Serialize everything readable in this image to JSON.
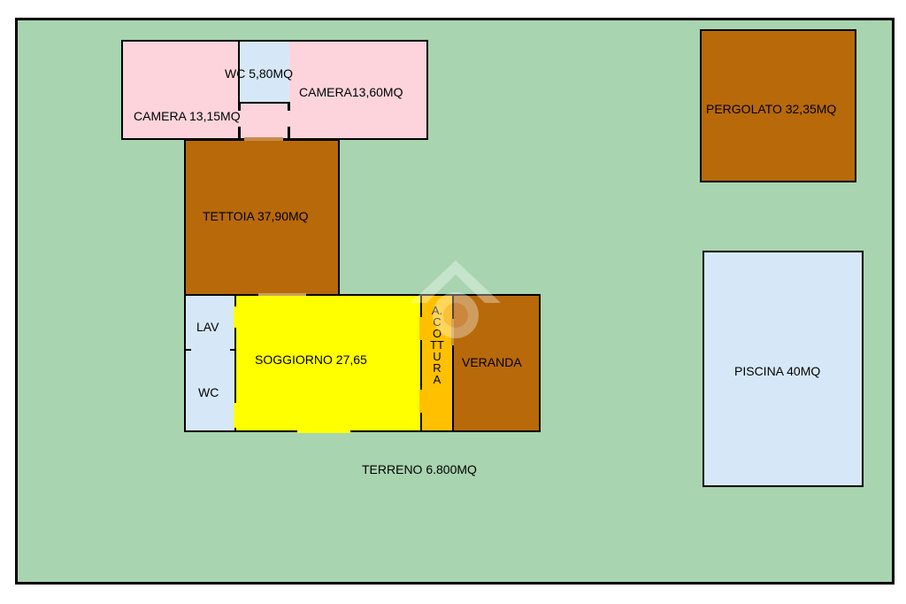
{
  "plan": {
    "terreno": {
      "label": "TERRENO 6.800MQ",
      "color": "#a8d4b0"
    },
    "rooms": {
      "wc_top": {
        "label": "WC 5,80MQ",
        "color": "#d6e8f8"
      },
      "camera_right": {
        "label": "CAMERA13,60MQ",
        "color": "#fdd4dc"
      },
      "camera_left": {
        "label": "CAMERA 13,15MQ",
        "color": "#fdd4dc"
      },
      "tettoia": {
        "label": "TETTOIA 37,90MQ",
        "color": "#b8690a"
      },
      "lav": {
        "label": "LAV",
        "color": "#d6e8f8"
      },
      "wc_bottom": {
        "label": "WC",
        "color": "#d6e8f8"
      },
      "soggiorno": {
        "label": "SOGGIORNO 27,65",
        "color": "#ffff00"
      },
      "a_cottura": {
        "label": "A. COTTURA",
        "color": "#ffc000"
      },
      "veranda": {
        "label": "VERANDA",
        "color": "#b8690a"
      },
      "pergolato": {
        "label": "PERGOLATO 32,35MQ",
        "color": "#b8690a"
      },
      "piscina": {
        "label": "PISCINA 40MQ",
        "color": "#d6e8f8"
      }
    }
  }
}
